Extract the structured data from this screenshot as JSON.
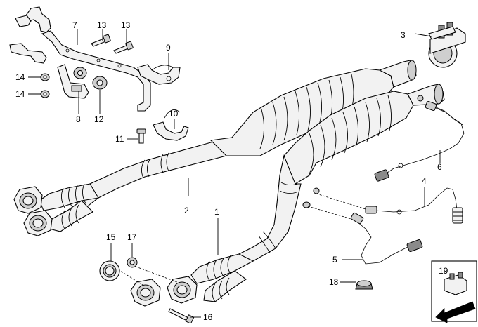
{
  "diagram": {
    "callouts": [
      {
        "id": "c1",
        "label": "1"
      },
      {
        "id": "c2",
        "label": "2"
      },
      {
        "id": "c3",
        "label": "3"
      },
      {
        "id": "c4",
        "label": "4"
      },
      {
        "id": "c5",
        "label": "5"
      },
      {
        "id": "c6",
        "label": "6"
      },
      {
        "id": "c7",
        "label": "7"
      },
      {
        "id": "c8",
        "label": "8"
      },
      {
        "id": "c9",
        "label": "9"
      },
      {
        "id": "c10",
        "label": "10"
      },
      {
        "id": "c11",
        "label": "11"
      },
      {
        "id": "c12",
        "label": "12"
      },
      {
        "id": "c13a",
        "label": "13"
      },
      {
        "id": "c13b",
        "label": "13"
      },
      {
        "id": "c14a",
        "label": "14"
      },
      {
        "id": "c14b",
        "label": "14"
      },
      {
        "id": "c15",
        "label": "15"
      },
      {
        "id": "c16",
        "label": "16"
      },
      {
        "id": "c17",
        "label": "17"
      },
      {
        "id": "c18",
        "label": "18"
      },
      {
        "id": "c19",
        "label": "19"
      }
    ]
  }
}
